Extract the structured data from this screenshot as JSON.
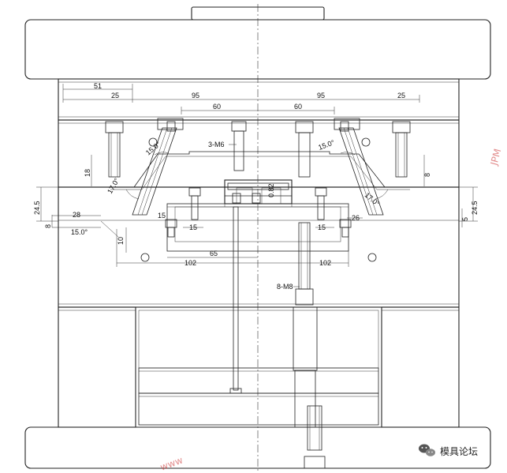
{
  "drawing": {
    "dimensions": {
      "d51": "51",
      "d25_left": "25",
      "d95_left": "95",
      "d60_left": "60",
      "d60_right": "60",
      "d95_right": "95",
      "d25_right": "25",
      "d18": "18",
      "d8_right": "8",
      "d24_5_left": "24.5",
      "d24_5_right": "24.5",
      "d28": "28",
      "d8_left": "8",
      "d15_angle_left": "15.0°",
      "d10": "10",
      "d15_left": "15",
      "d15_right": "15",
      "d26": "26",
      "d5_right": "5",
      "d65": "65",
      "d102_left": "102",
      "d102_right": "102",
      "angle_15_top_left": "15.0°",
      "angle_17_left": "17.0°",
      "angle_15_top_right": "15.0°",
      "angle_17_right": "17.0°",
      "angle_15_small": "15",
      "d0_82": "0.82"
    },
    "callouts": {
      "screws_3m6": "3-M6",
      "screws_8m8": "8-M8"
    }
  },
  "watermark": {
    "forum_name": "模具论坛",
    "stamp_top": "JPM",
    "stamp_bottom": "www"
  }
}
